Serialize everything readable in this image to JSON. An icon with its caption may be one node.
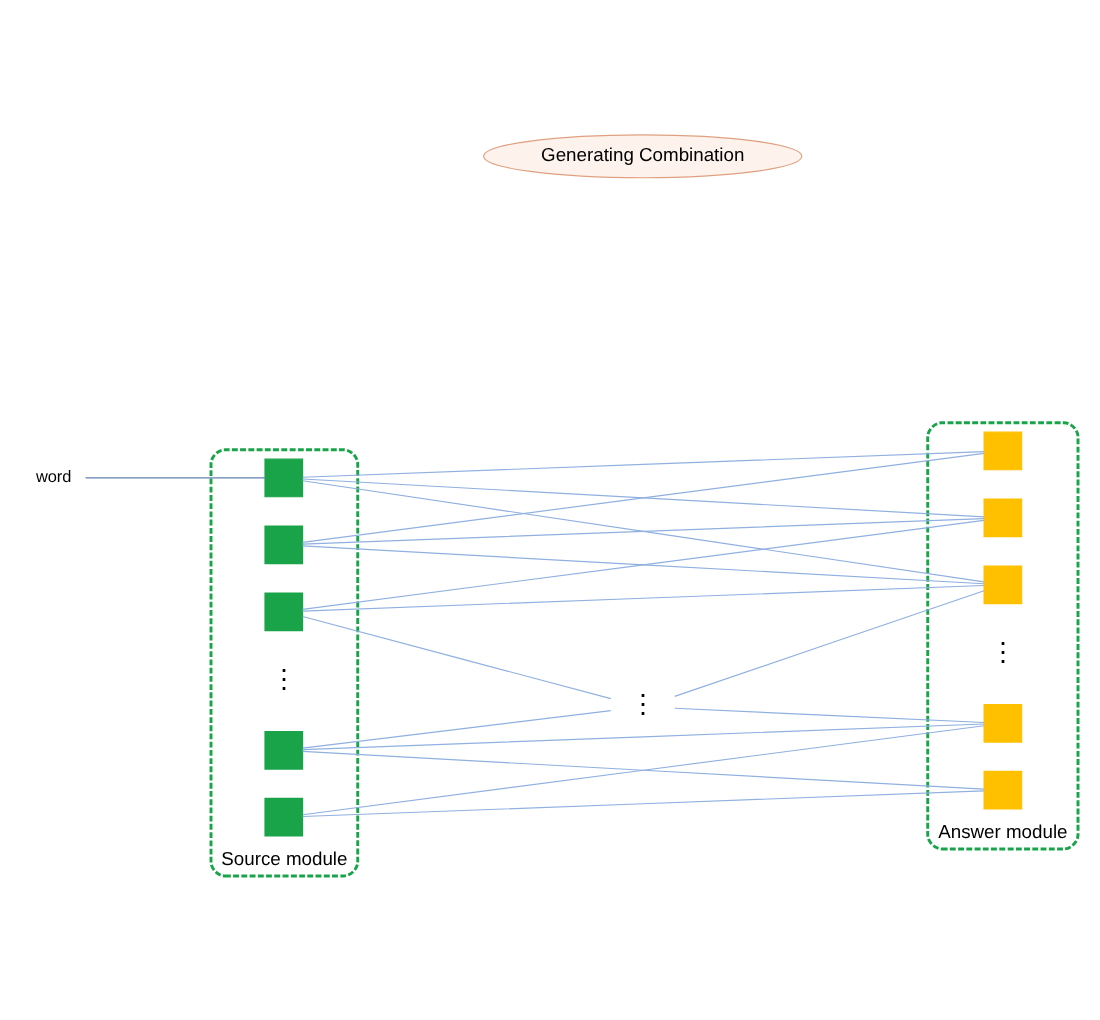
{
  "diagram": {
    "nodes": [
      {
        "text": [
          "word"
        ]
      },
      {
        "text": [
          "Generating Combination"
        ]
      },
      {
        "text": [
          "Source module"
        ]
      },
      {
        "text": [],
        "shape": "box",
        "in": 2
      },
      {
        "text": [],
        "shape": "box",
        "in": 2
      },
      {
        "text": [],
        "shape": "box",
        "in": 2
      },
      {
        "text": [],
        "shape": "box",
        "in": 2
      },
      {
        "text": [],
        "shape": "box",
        "in": 2
      },
      {
        "text": [
          "Answer module"
        ]
      },
      {
        "text": [],
        "shape": "box",
        "in": 8
      },
      {
        "text": [],
        "shape": "box",
        "in": 8
      },
      {
        "text": [],
        "shape": "box",
        "in": 8
      },
      {
        "text": [],
        "shape": "box",
        "in": 8
      },
      {
        "text": [],
        "shape": "box",
        "in": 8
      },
      {
        "text": [
          "⋮"
        ]
      }
    ],
    "edges": [
      {
        "from": 0,
        "to": 3,
        "arrow": "none"
      },
      {
        "from": 3,
        "to": 9,
        "arrow": "none"
      },
      {
        "from": 3,
        "to": 10,
        "arrow": "none"
      },
      {
        "from": 3,
        "to": 11,
        "arrow": "none"
      },
      {
        "from": 4,
        "to": 9,
        "arrow": "none"
      },
      {
        "from": 4,
        "to": 10,
        "arrow": "none"
      },
      {
        "from": 4,
        "to": 11,
        "arrow": "none"
      },
      {
        "from": 5,
        "to": 10,
        "arrow": "none"
      },
      {
        "from": 5,
        "to": 11,
        "arrow": "none"
      },
      {
        "from": 5,
        "to": 14,
        "arrow": "none"
      },
      {
        "from": 14,
        "to": 11,
        "arrow": "none"
      },
      {
        "from": 14,
        "to": 12,
        "arrow": "none"
      },
      {
        "from": 6,
        "to": 14,
        "arrow": "none"
      },
      {
        "from": 6,
        "to": 12,
        "arrow": "none"
      },
      {
        "from": 6,
        "to": 13,
        "arrow": "none"
      },
      {
        "from": 7,
        "to": 12,
        "arrow": "none"
      },
      {
        "from": 7,
        "to": 13,
        "arrow": "none"
      }
    ],
    "labels": [
      "⋮",
      "⋮"
    ]
  }
}
